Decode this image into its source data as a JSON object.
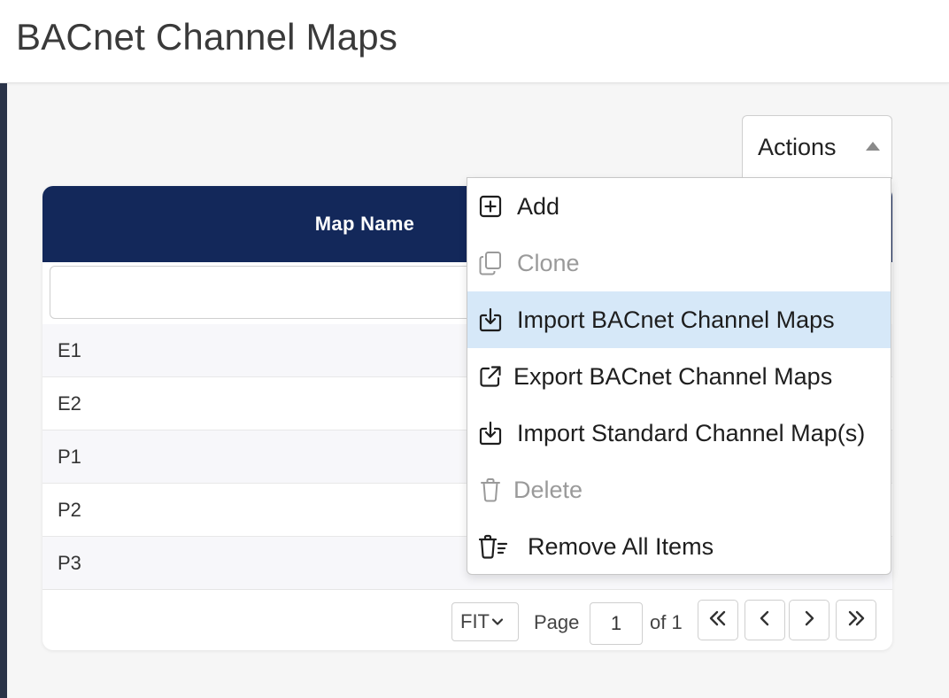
{
  "header": {
    "title": "BACnet Channel Maps"
  },
  "actions": {
    "label": "Actions"
  },
  "grid": {
    "columns": [
      {
        "label": "Map Name"
      }
    ],
    "filter_placeholder": "",
    "rows": [
      {
        "name": "E1"
      },
      {
        "name": "E2"
      },
      {
        "name": "P1"
      },
      {
        "name": "P2"
      },
      {
        "name": "P3"
      }
    ]
  },
  "pager": {
    "fit_label": "FIT",
    "page_label": "Page",
    "current_page": "1",
    "of_label": "of 1"
  },
  "menu": {
    "items": [
      {
        "label": "Add",
        "icon": "plus-square-icon",
        "disabled": false
      },
      {
        "label": "Clone",
        "icon": "copy-icon",
        "disabled": true
      },
      {
        "label": "Import BACnet Channel Maps",
        "icon": "import-icon",
        "disabled": false,
        "highlighted": true
      },
      {
        "label": "Export BACnet Channel Maps",
        "icon": "external-link-icon",
        "disabled": false
      },
      {
        "label": "Import Standard Channel Map(s)",
        "icon": "import-icon",
        "disabled": false
      },
      {
        "label": "Delete",
        "icon": "trash-icon",
        "disabled": true
      },
      {
        "label": "Remove All Items",
        "icon": "trash-list-icon",
        "disabled": false
      }
    ]
  },
  "colors": {
    "grid_header": "#13285a",
    "menu_highlight": "#d6e8f8",
    "disabled_text": "#9a9a9a",
    "left_bar": "#2a3348"
  }
}
